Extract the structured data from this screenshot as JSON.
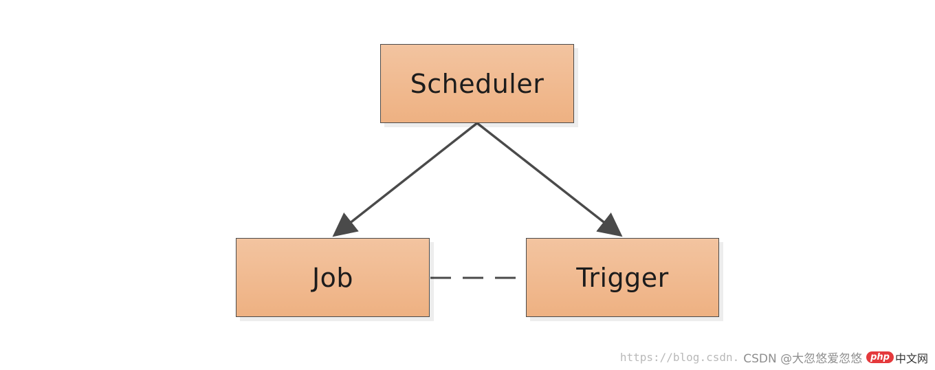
{
  "diagram": {
    "nodes": {
      "scheduler": "Scheduler",
      "job": "Job",
      "trigger": "Trigger"
    },
    "colors": {
      "box_fill": "#eeb182",
      "box_border": "#4a4a4a",
      "arrow": "#4a4a4a"
    }
  },
  "watermark": {
    "url": "https://blog.csdn.",
    "csdn_text": "CSDN @大忽悠爱忽悠",
    "php_badge": "php",
    "php_text": "中文网"
  }
}
